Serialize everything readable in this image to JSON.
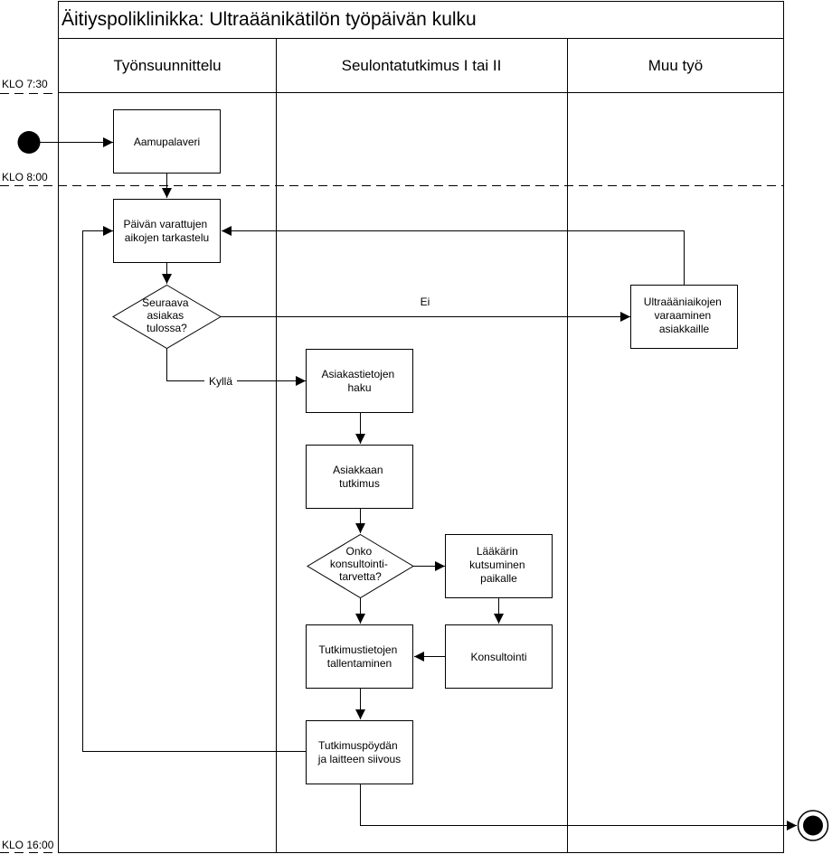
{
  "title": "Äitiyspoliklinikka: Ultraäänikätilön työpäivän kulku",
  "lanes": [
    "Työnsuunnittelu",
    "Seulontatutkimus I tai II",
    "Muu työ"
  ],
  "times": [
    "KLO 7:30",
    "KLO 8:00",
    "KLO 16:00"
  ],
  "nodes": {
    "aamupalaveri": [
      "Aamupalaveri"
    ],
    "tarkastelu": [
      "Päivän varattujen",
      "aikojen tarkastelu"
    ],
    "seuraava": [
      "Seuraava",
      "asiakas",
      "tulossa?"
    ],
    "ultraaani": [
      "Ultraääniaikojen",
      "varaaminen",
      "asiakkaille"
    ],
    "haku": [
      "Asiakastietojen",
      "haku"
    ],
    "tutkimus": [
      "Asiakkaan",
      "tutkimus"
    ],
    "konsultointitarve": [
      "Onko",
      "konsultointi-",
      "tarvetta?"
    ],
    "laakari": [
      "Lääkärin",
      "kutsuminen",
      "paikalle"
    ],
    "konsultointi": [
      "Konsultointi"
    ],
    "tallentaminen": [
      "Tutkimustietojen",
      "tallentaminen"
    ],
    "siivous": [
      "Tutkimuspöydän",
      "ja laitteen siivous"
    ]
  },
  "edge_labels": {
    "ei": "Ei",
    "kylla": "Kyllä"
  }
}
